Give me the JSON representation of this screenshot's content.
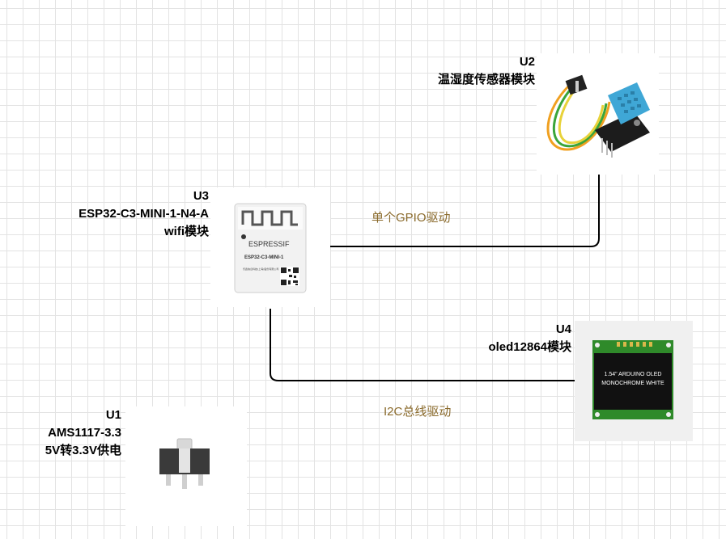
{
  "components": {
    "u2": {
      "ref": "U2",
      "name": "温湿度传感器模块"
    },
    "u3": {
      "ref": "U3",
      "name": "ESP32-C3-MINI-1-N4-A",
      "desc": "wifi模块",
      "chip_brand": "ESPRESSIF",
      "chip_model": "ESP32-C3-MINI-1",
      "chip_note": "乐鑫信息科技(上海)股份有限公司"
    },
    "u4": {
      "ref": "U4",
      "name": "oled12864模块",
      "screen_line1": "1.54\" ARDUINO OLED",
      "screen_line2": "MONOCHROME WHITE"
    },
    "u1": {
      "ref": "U1",
      "name": "AMS1117-3.3",
      "desc": "5V转3.3V供电"
    }
  },
  "connections": {
    "gpio": {
      "label": "单个GPIO驱动"
    },
    "i2c": {
      "label": "I2C总线驱动"
    }
  },
  "colors": {
    "wire": "#000000",
    "connection_label": "#8a6a2b",
    "grid": "#e3e3e3",
    "pcb_green": "#2f8a2a",
    "sensor_blue": "#3fa7d6"
  }
}
